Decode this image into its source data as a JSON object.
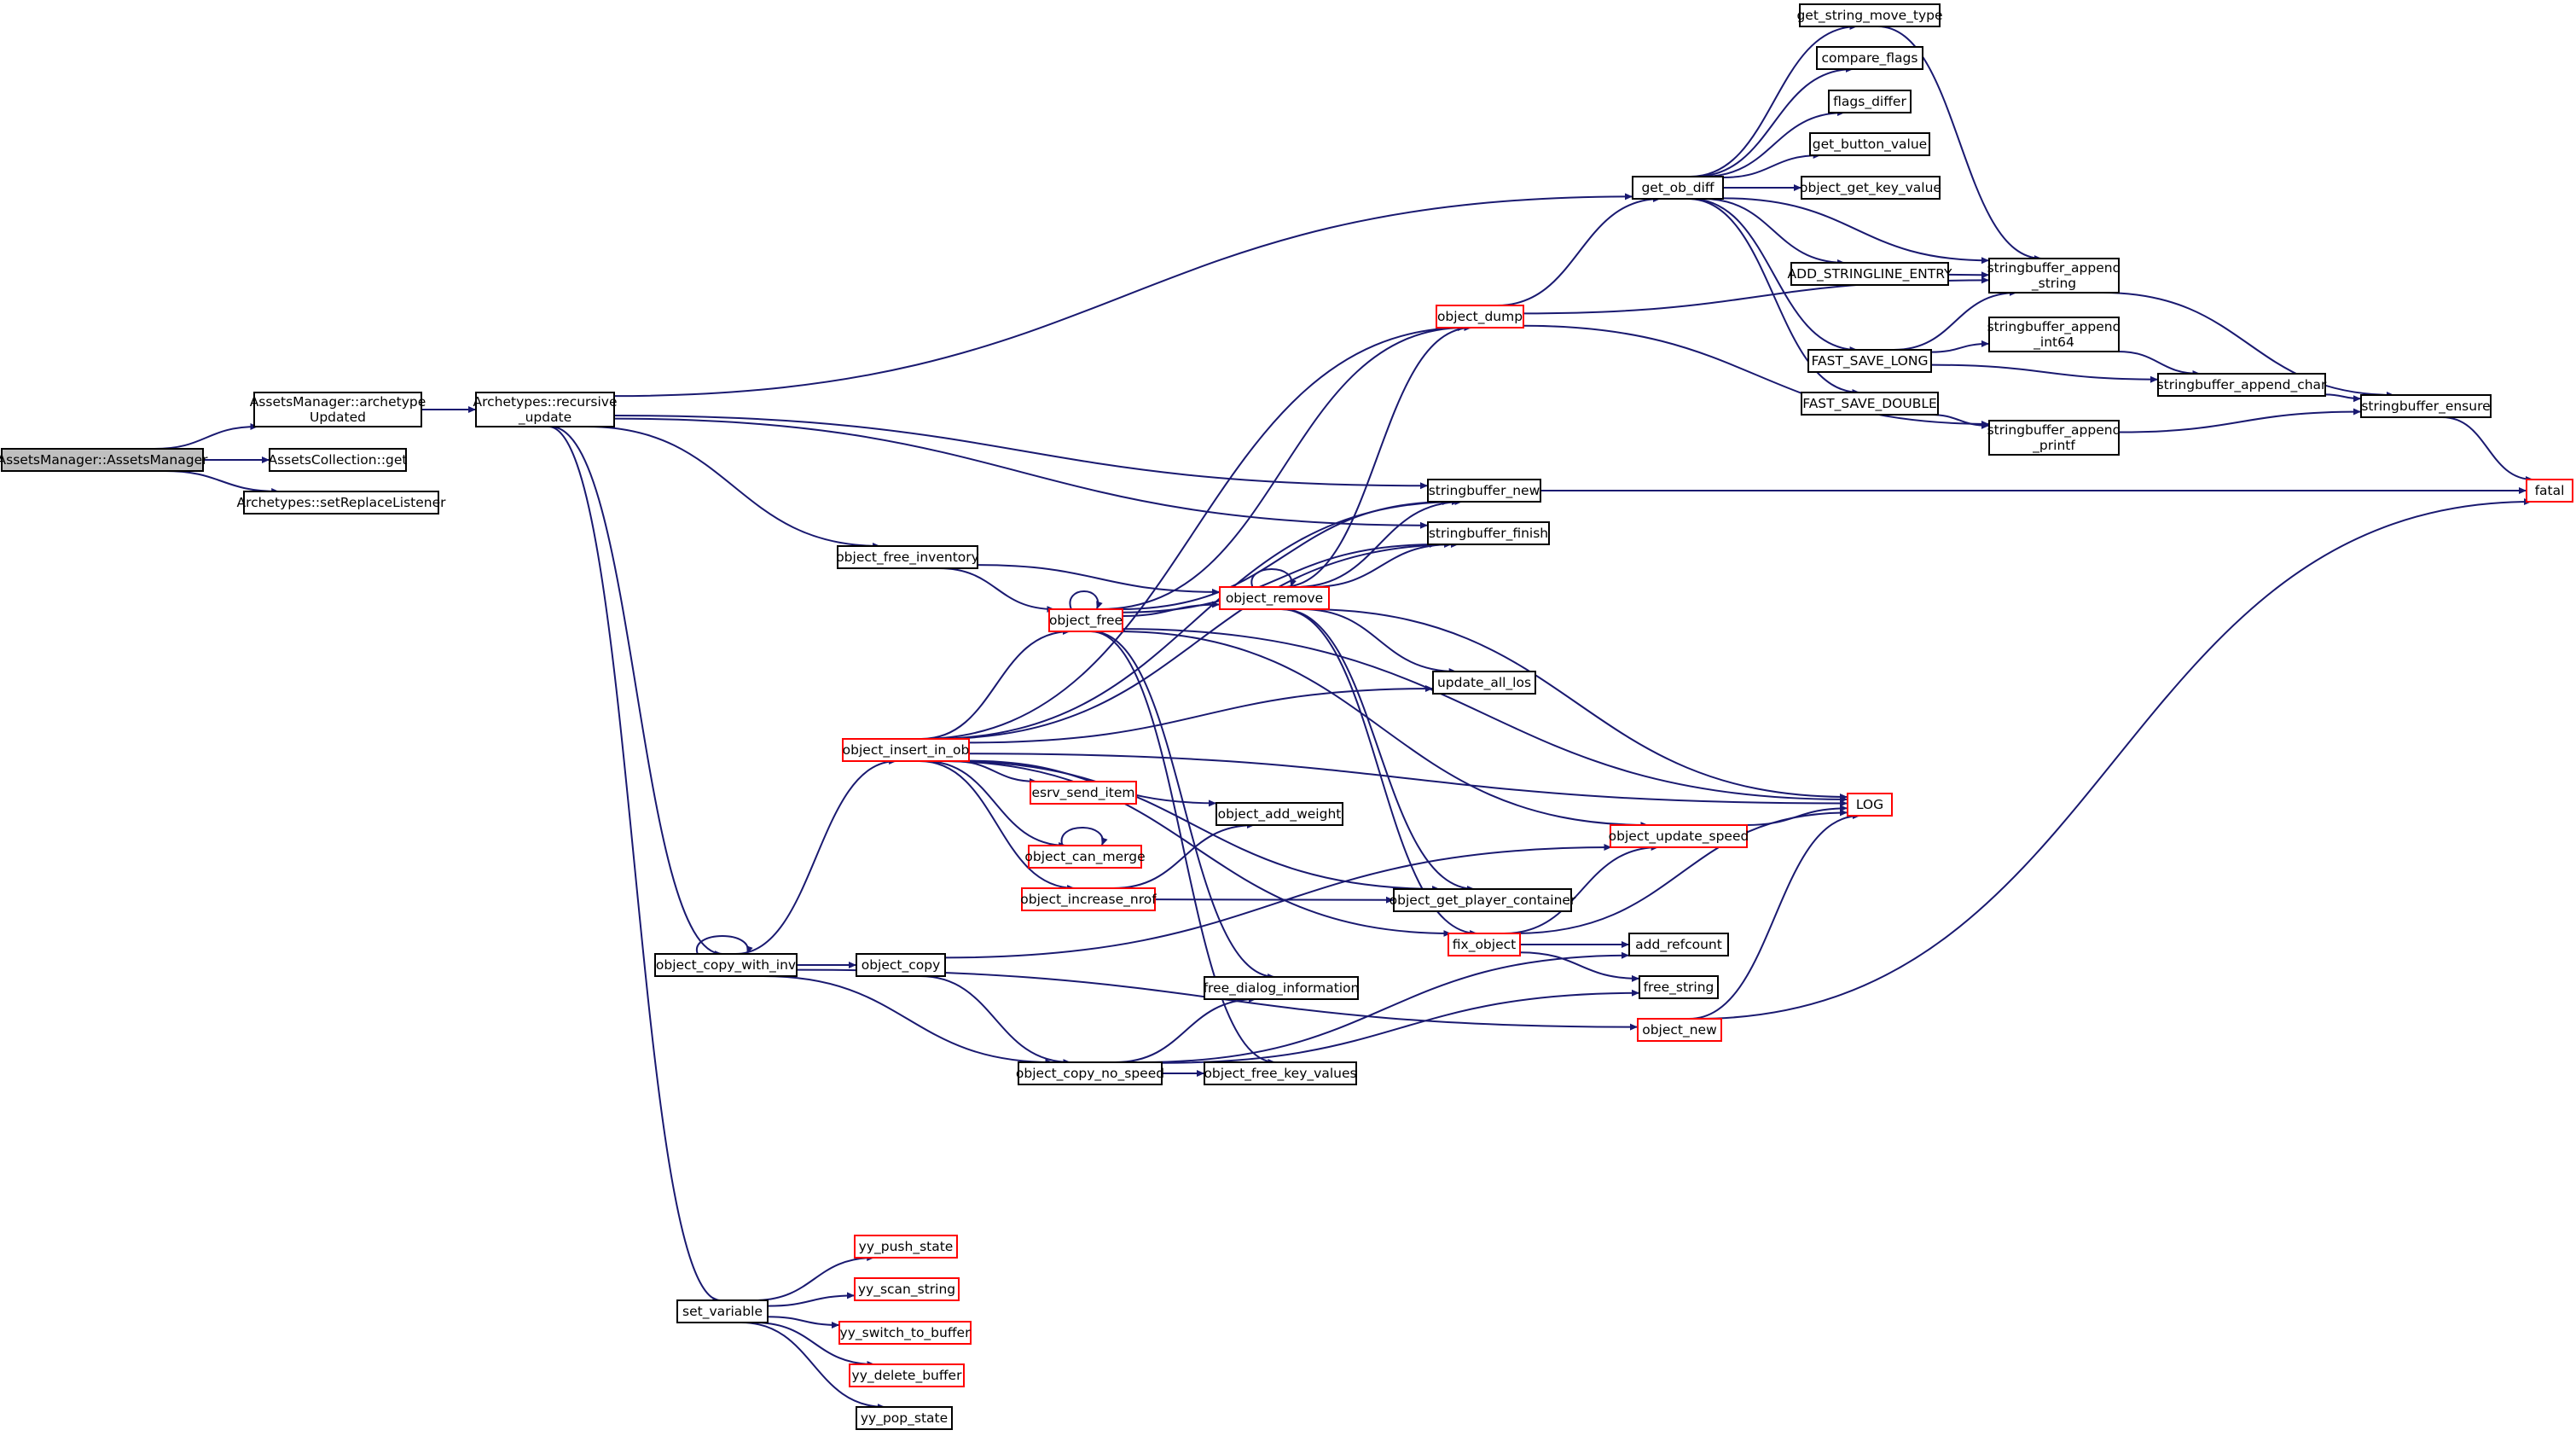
{
  "colors": {
    "edge": "#191970",
    "box_default": "#000000",
    "box_truncated": "#ff0000",
    "root_fill": "#bfbfbf",
    "background": "#ffffff"
  },
  "nodes": [
    {
      "id": "n_root",
      "lines": [
        "AssetsManager::AssetsManager"
      ],
      "style": "root"
    },
    {
      "id": "n_archupd",
      "lines": [
        "AssetsManager::archetype",
        "Updated"
      ],
      "style": "normal"
    },
    {
      "id": "n_acget",
      "lines": [
        "AssetsCollection::get"
      ],
      "style": "normal"
    },
    {
      "id": "n_setrepl",
      "lines": [
        "Archetypes::setReplaceListener"
      ],
      "style": "normal"
    },
    {
      "id": "n_recupd",
      "lines": [
        "Archetypes::recursive",
        "_update"
      ],
      "style": "normal"
    },
    {
      "id": "n_get_ob_diff",
      "lines": [
        "get_ob_diff"
      ],
      "style": "normal"
    },
    {
      "id": "n_gsmt",
      "lines": [
        "get_string_move_type"
      ],
      "style": "normal"
    },
    {
      "id": "n_cflags",
      "lines": [
        "compare_flags"
      ],
      "style": "normal"
    },
    {
      "id": "n_fdiff",
      "lines": [
        "flags_differ"
      ],
      "style": "normal"
    },
    {
      "id": "n_gbv",
      "lines": [
        "get_button_value"
      ],
      "style": "normal"
    },
    {
      "id": "n_ogkv",
      "lines": [
        "object_get_key_value"
      ],
      "style": "normal"
    },
    {
      "id": "n_addsl",
      "lines": [
        "ADD_STRINGLINE_ENTRY"
      ],
      "style": "normal"
    },
    {
      "id": "n_fsl",
      "lines": [
        "FAST_SAVE_LONG"
      ],
      "style": "normal"
    },
    {
      "id": "n_fsd",
      "lines": [
        "FAST_SAVE_DOUBLE"
      ],
      "style": "normal"
    },
    {
      "id": "n_sbas",
      "lines": [
        "stringbuffer_append",
        "_string"
      ],
      "style": "normal"
    },
    {
      "id": "n_sbai",
      "lines": [
        "stringbuffer_append",
        "_int64"
      ],
      "style": "normal"
    },
    {
      "id": "n_sbac",
      "lines": [
        "stringbuffer_append_char"
      ],
      "style": "normal"
    },
    {
      "id": "n_sbap",
      "lines": [
        "stringbuffer_append",
        "_printf"
      ],
      "style": "normal"
    },
    {
      "id": "n_sbens",
      "lines": [
        "stringbuffer_ensure"
      ],
      "style": "normal"
    },
    {
      "id": "n_fatal",
      "lines": [
        "fatal"
      ],
      "style": "truncated"
    },
    {
      "id": "n_odump",
      "lines": [
        "object_dump"
      ],
      "style": "truncated"
    },
    {
      "id": "n_sbnew",
      "lines": [
        "stringbuffer_new"
      ],
      "style": "normal"
    },
    {
      "id": "n_sbfin",
      "lines": [
        "stringbuffer_finish"
      ],
      "style": "normal"
    },
    {
      "id": "n_ofinv",
      "lines": [
        "object_free_inventory"
      ],
      "style": "normal"
    },
    {
      "id": "n_ofree",
      "lines": [
        "object_free"
      ],
      "style": "truncated"
    },
    {
      "id": "n_oremove",
      "lines": [
        "object_remove"
      ],
      "style": "truncated"
    },
    {
      "id": "n_ualos",
      "lines": [
        "update_all_los"
      ],
      "style": "normal"
    },
    {
      "id": "n_oiio",
      "lines": [
        "object_insert_in_ob"
      ],
      "style": "truncated"
    },
    {
      "id": "n_esrv",
      "lines": [
        "esrv_send_item"
      ],
      "style": "truncated"
    },
    {
      "id": "n_oaw",
      "lines": [
        "object_add_weight"
      ],
      "style": "normal"
    },
    {
      "id": "n_ocm",
      "lines": [
        "object_can_merge"
      ],
      "style": "truncated"
    },
    {
      "id": "n_oin",
      "lines": [
        "object_increase_nrof"
      ],
      "style": "truncated"
    },
    {
      "id": "n_log",
      "lines": [
        "LOG"
      ],
      "style": "truncated"
    },
    {
      "id": "n_ous",
      "lines": [
        "object_update_speed"
      ],
      "style": "truncated"
    },
    {
      "id": "n_ogpc",
      "lines": [
        "object_get_player_container"
      ],
      "style": "normal"
    },
    {
      "id": "n_fixo",
      "lines": [
        "fix_object"
      ],
      "style": "truncated"
    },
    {
      "id": "n_addref",
      "lines": [
        "add_refcount"
      ],
      "style": "normal"
    },
    {
      "id": "n_frees",
      "lines": [
        "free_string"
      ],
      "style": "normal"
    },
    {
      "id": "n_onew",
      "lines": [
        "object_new"
      ],
      "style": "truncated"
    },
    {
      "id": "n_ocwi",
      "lines": [
        "object_copy_with_inv"
      ],
      "style": "normal"
    },
    {
      "id": "n_ocopy",
      "lines": [
        "object_copy"
      ],
      "style": "normal"
    },
    {
      "id": "n_fdi",
      "lines": [
        "free_dialog_information"
      ],
      "style": "normal"
    },
    {
      "id": "n_ocns",
      "lines": [
        "object_copy_no_speed"
      ],
      "style": "normal"
    },
    {
      "id": "n_ofkv",
      "lines": [
        "object_free_key_values"
      ],
      "style": "normal"
    },
    {
      "id": "n_setvar",
      "lines": [
        "set_variable"
      ],
      "style": "normal"
    },
    {
      "id": "n_yypush",
      "lines": [
        "yy_push_state"
      ],
      "style": "truncated"
    },
    {
      "id": "n_yyscan",
      "lines": [
        "yy_scan_string"
      ],
      "style": "truncated"
    },
    {
      "id": "n_yyswitch",
      "lines": [
        "yy_switch_to_buffer"
      ],
      "style": "truncated"
    },
    {
      "id": "n_yydel",
      "lines": [
        "yy_delete_buffer"
      ],
      "style": "truncated"
    },
    {
      "id": "n_yypop",
      "lines": [
        "yy_pop_state"
      ],
      "style": "normal"
    }
  ],
  "edges": [
    [
      "n_root",
      "n_archupd"
    ],
    [
      "n_root",
      "n_acget"
    ],
    [
      "n_root",
      "n_setrepl"
    ],
    [
      "n_archupd",
      "n_recupd"
    ],
    [
      "n_recupd",
      "n_get_ob_diff"
    ],
    [
      "n_recupd",
      "n_sbnew"
    ],
    [
      "n_recupd",
      "n_sbfin"
    ],
    [
      "n_recupd",
      "n_ofinv"
    ],
    [
      "n_recupd",
      "n_ocwi"
    ],
    [
      "n_recupd",
      "n_setvar"
    ],
    [
      "n_get_ob_diff",
      "n_gsmt"
    ],
    [
      "n_get_ob_diff",
      "n_cflags"
    ],
    [
      "n_get_ob_diff",
      "n_fdiff"
    ],
    [
      "n_get_ob_diff",
      "n_gbv"
    ],
    [
      "n_get_ob_diff",
      "n_ogkv"
    ],
    [
      "n_get_ob_diff",
      "n_addsl"
    ],
    [
      "n_get_ob_diff",
      "n_fsl"
    ],
    [
      "n_get_ob_diff",
      "n_fsd"
    ],
    [
      "n_get_ob_diff",
      "n_sbas"
    ],
    [
      "n_gsmt",
      "n_sbas"
    ],
    [
      "n_addsl",
      "n_sbas"
    ],
    [
      "n_fsl",
      "n_sbas"
    ],
    [
      "n_fsl",
      "n_sbai"
    ],
    [
      "n_fsl",
      "n_sbac"
    ],
    [
      "n_fsd",
      "n_sbap"
    ],
    [
      "n_sbas",
      "n_sbens"
    ],
    [
      "n_sbai",
      "n_sbac"
    ],
    [
      "n_sbac",
      "n_sbens"
    ],
    [
      "n_sbap",
      "n_sbens"
    ],
    [
      "n_sbens",
      "n_fatal"
    ],
    [
      "n_sbnew",
      "n_fatal"
    ],
    [
      "n_odump",
      "n_get_ob_diff"
    ],
    [
      "n_odump",
      "n_sbas"
    ],
    [
      "n_odump",
      "n_sbap"
    ],
    [
      "n_ofinv",
      "n_ofree"
    ],
    [
      "n_ofinv",
      "n_oremove"
    ],
    [
      "n_ofree",
      "n_ofree"
    ],
    [
      "n_ofree",
      "n_odump"
    ],
    [
      "n_ofree",
      "n_sbnew"
    ],
    [
      "n_ofree",
      "n_sbfin"
    ],
    [
      "n_ofree",
      "n_oremove"
    ],
    [
      "n_ofree",
      "n_log"
    ],
    [
      "n_ofree",
      "n_ous"
    ],
    [
      "n_ofree",
      "n_fdi"
    ],
    [
      "n_ofree",
      "n_ofkv"
    ],
    [
      "n_oremove",
      "n_oremove"
    ],
    [
      "n_oremove",
      "n_odump"
    ],
    [
      "n_oremove",
      "n_sbnew"
    ],
    [
      "n_oremove",
      "n_sbfin"
    ],
    [
      "n_oremove",
      "n_ualos"
    ],
    [
      "n_oremove",
      "n_log"
    ],
    [
      "n_oremove",
      "n_ogpc"
    ],
    [
      "n_oremove",
      "n_fixo"
    ],
    [
      "n_oiio",
      "n_odump"
    ],
    [
      "n_oiio",
      "n_sbnew"
    ],
    [
      "n_oiio",
      "n_sbfin"
    ],
    [
      "n_oiio",
      "n_ofree"
    ],
    [
      "n_oiio",
      "n_ualos"
    ],
    [
      "n_oiio",
      "n_log"
    ],
    [
      "n_oiio",
      "n_esrv"
    ],
    [
      "n_oiio",
      "n_oaw"
    ],
    [
      "n_oiio",
      "n_ocm"
    ],
    [
      "n_oiio",
      "n_oin"
    ],
    [
      "n_oiio",
      "n_ogpc"
    ],
    [
      "n_oiio",
      "n_fixo"
    ],
    [
      "n_ocm",
      "n_ocm"
    ],
    [
      "n_oin",
      "n_oaw"
    ],
    [
      "n_oin",
      "n_ogpc"
    ],
    [
      "n_ous",
      "n_log"
    ],
    [
      "n_fixo",
      "n_ous"
    ],
    [
      "n_fixo",
      "n_log"
    ],
    [
      "n_fixo",
      "n_addref"
    ],
    [
      "n_fixo",
      "n_frees"
    ],
    [
      "n_onew",
      "n_log"
    ],
    [
      "n_onew",
      "n_fatal"
    ],
    [
      "n_ocwi",
      "n_ocwi"
    ],
    [
      "n_ocwi",
      "n_oiio"
    ],
    [
      "n_ocwi",
      "n_ocopy"
    ],
    [
      "n_ocwi",
      "n_ocns"
    ],
    [
      "n_ocwi",
      "n_onew"
    ],
    [
      "n_ocopy",
      "n_ous"
    ],
    [
      "n_ocopy",
      "n_ocns"
    ],
    [
      "n_ocns",
      "n_fdi"
    ],
    [
      "n_ocns",
      "n_ofkv"
    ],
    [
      "n_ocns",
      "n_addref"
    ],
    [
      "n_ocns",
      "n_frees"
    ],
    [
      "n_setvar",
      "n_yypush"
    ],
    [
      "n_setvar",
      "n_yyscan"
    ],
    [
      "n_setvar",
      "n_yyswitch"
    ],
    [
      "n_setvar",
      "n_yydel"
    ],
    [
      "n_setvar",
      "n_yypop"
    ]
  ]
}
